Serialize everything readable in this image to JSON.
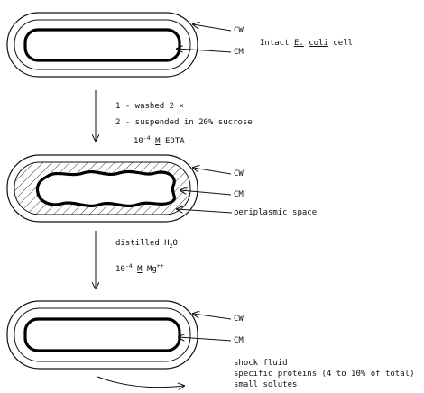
{
  "labels": {
    "cw": "CW",
    "cm": "CM",
    "intact_prefix": "Intact ",
    "intact_e": "E.",
    "intact_coli": "coli",
    "intact_suffix": " cell",
    "periplasmic_space": "periplasmic space",
    "shock_fluid": "shock fluid",
    "specific_proteins": "specific proteins (4 to 10% of total)",
    "small_solutes": "small solutes"
  },
  "steps": {
    "step1": "1 - washed 2 ×",
    "step2": "2 - suspended in 20% sucrose",
    "edta_base": "10",
    "edta_exp": "-4",
    "edta_unit": "M",
    "edta_name": "EDTA",
    "water_text": "distilled H",
    "water_sub": "2",
    "water_text_end": "O",
    "mg_base": "10",
    "mg_exp": "-4",
    "mg_unit": "M",
    "mg_name": "Mg",
    "mg_charge": "++"
  }
}
